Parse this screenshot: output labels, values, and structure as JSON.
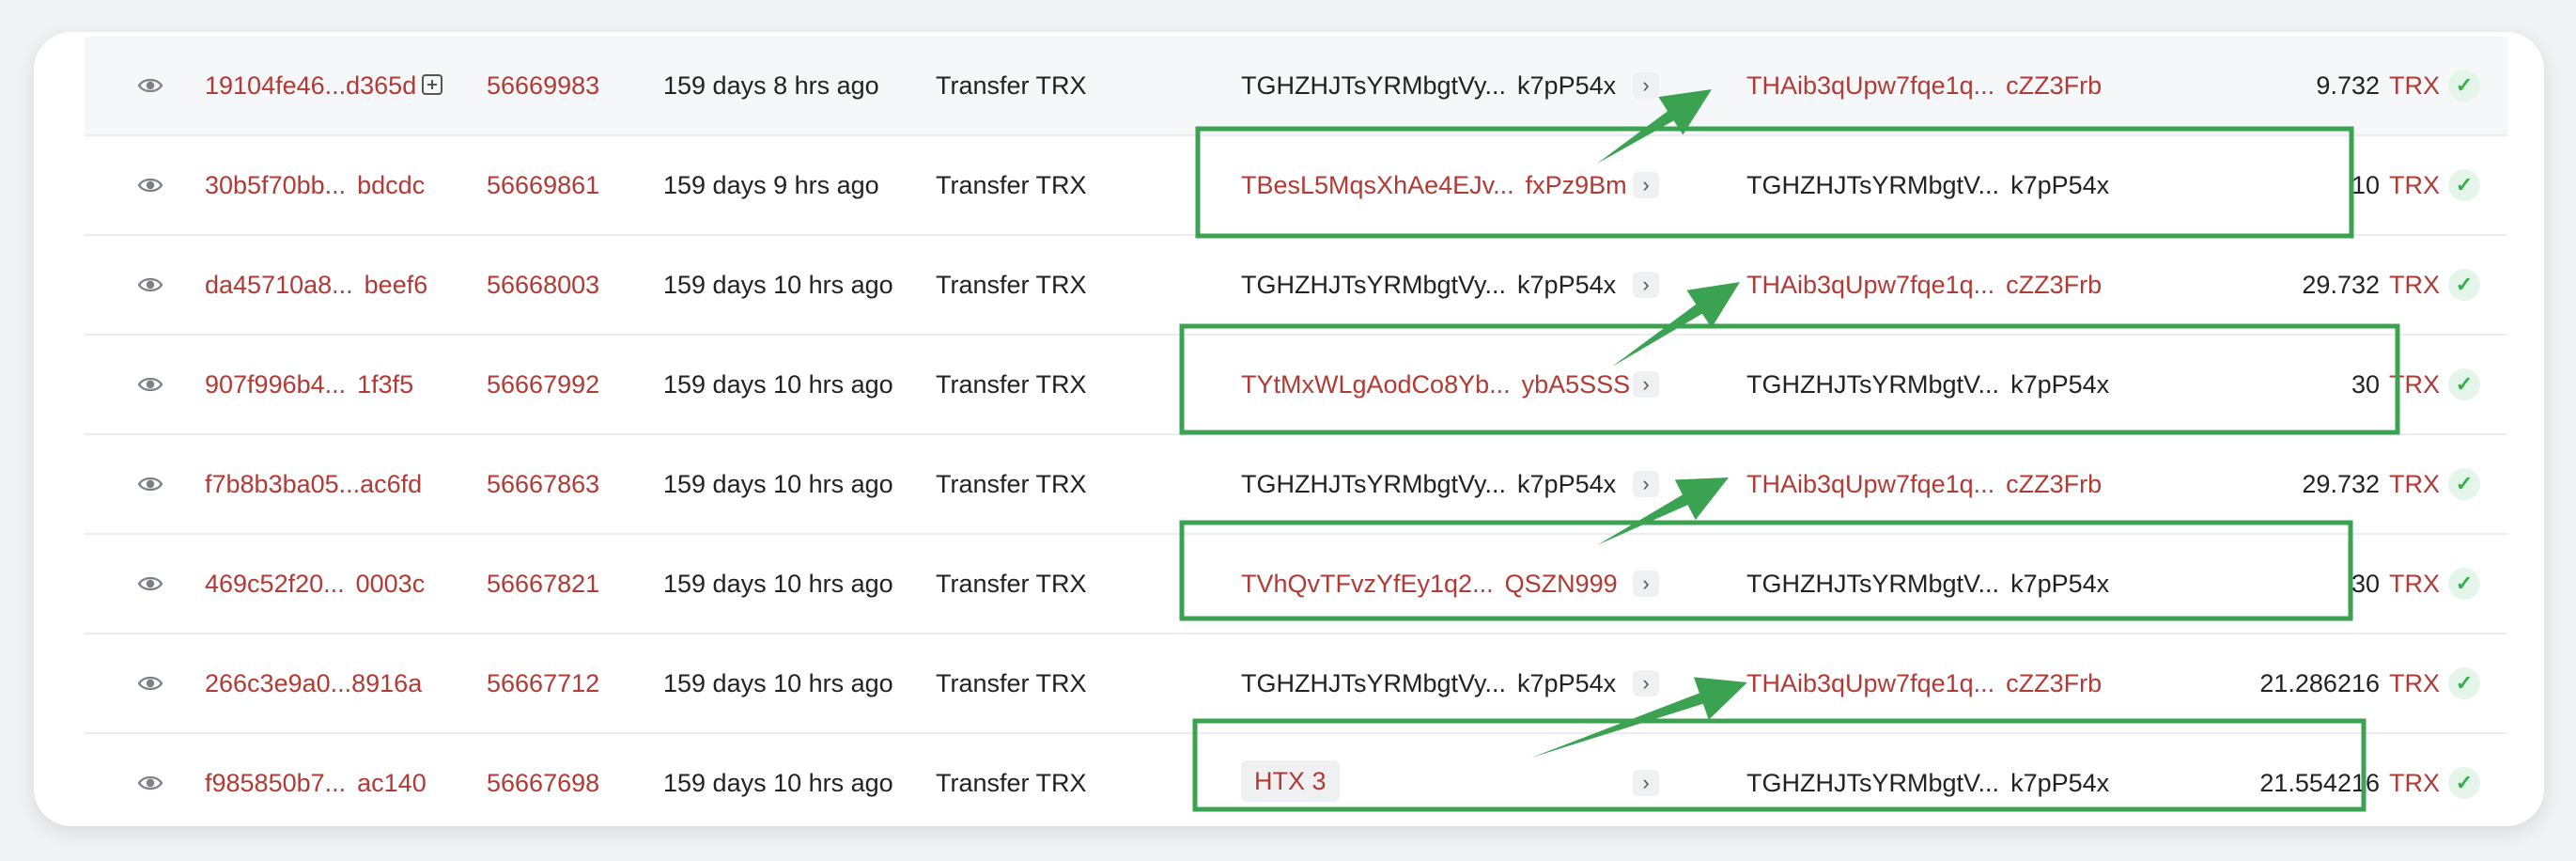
{
  "rows": [
    {
      "hash": "19104fe46...d365d",
      "block": "56669983",
      "age": "159 days 8 hrs ago",
      "type": "Transfer TRX",
      "from_a": "TGHZHJTsYRMbgtVy...",
      "from_b": "k7pP54x",
      "from_red": false,
      "from_tag": false,
      "to_a": "THAib3qUpw7fqe1q...",
      "to_b": "cZZ3Frb",
      "to_red": true,
      "amount": "9.732",
      "unit": "TRX",
      "copy_icon": true
    },
    {
      "hash": "30b5f70bb...",
      "hash_b": "bdcdc",
      "block": "56669861",
      "age": "159 days 9 hrs ago",
      "type": "Transfer TRX",
      "from_a": "TBesL5MqsXhAe4EJv...",
      "from_b": "fxPz9Bm",
      "from_red": true,
      "from_tag": false,
      "to_a": "TGHZHJTsYRMbgtV...",
      "to_b": "k7pP54x",
      "to_red": false,
      "amount": "10",
      "unit": "TRX"
    },
    {
      "hash": "da45710a8...",
      "hash_b": "beef6",
      "block": "56668003",
      "age": "159 days 10 hrs ago",
      "type": "Transfer TRX",
      "from_a": "TGHZHJTsYRMbgtVy...",
      "from_b": "k7pP54x",
      "from_red": false,
      "from_tag": false,
      "to_a": "THAib3qUpw7fqe1q...",
      "to_b": "cZZ3Frb",
      "to_red": true,
      "amount": "29.732",
      "unit": "TRX"
    },
    {
      "hash": "907f996b4...",
      "hash_b": "1f3f5",
      "block": "56667992",
      "age": "159 days 10 hrs ago",
      "type": "Transfer TRX",
      "from_a": "TYtMxWLgAodCo8Yb...",
      "from_b": "ybA5SSS",
      "from_red": true,
      "from_tag": false,
      "to_a": "TGHZHJTsYRMbgtV...",
      "to_b": "k7pP54x",
      "to_red": false,
      "amount": "30",
      "unit": "TRX"
    },
    {
      "hash": "f7b8b3ba05...ac6fd",
      "block": "56667863",
      "age": "159 days 10 hrs ago",
      "type": "Transfer TRX",
      "from_a": "TGHZHJTsYRMbgtVy...",
      "from_b": "k7pP54x",
      "from_red": false,
      "from_tag": false,
      "to_a": "THAib3qUpw7fqe1q...",
      "to_b": "cZZ3Frb",
      "to_red": true,
      "amount": "29.732",
      "unit": "TRX"
    },
    {
      "hash": "469c52f20...",
      "hash_b": "0003c",
      "block": "56667821",
      "age": "159 days 10 hrs ago",
      "type": "Transfer TRX",
      "from_a": "TVhQvTFvzYfEy1q2...",
      "from_b": "QSZN999",
      "from_red": true,
      "from_tag": false,
      "to_a": "TGHZHJTsYRMbgtV...",
      "to_b": "k7pP54x",
      "to_red": false,
      "amount": "30",
      "unit": "TRX"
    },
    {
      "hash": "266c3e9a0...8916a",
      "block": "56667712",
      "age": "159 days 10 hrs ago",
      "type": "Transfer TRX",
      "from_a": "TGHZHJTsYRMbgtVy...",
      "from_b": "k7pP54x",
      "from_red": false,
      "from_tag": false,
      "to_a": "THAib3qUpw7fqe1q...",
      "to_b": "cZZ3Frb",
      "to_red": true,
      "amount": "21.286216",
      "unit": "TRX"
    },
    {
      "hash": "f985850b7...",
      "hash_b": "ac140",
      "block": "56667698",
      "age": "159 days 10 hrs ago",
      "type": "Transfer TRX",
      "from_a": "HTX 3",
      "from_b": "",
      "from_red": true,
      "from_tag": true,
      "to_a": "TGHZHJTsYRMbgtV...",
      "to_b": "k7pP54x",
      "to_red": false,
      "amount": "21.554216",
      "unit": "TRX"
    }
  ],
  "icons": {
    "view": "eye-icon",
    "direction": "chevron-right-icon",
    "status": "check-icon",
    "copy": "expand-icon"
  },
  "colors": {
    "link": "#b23a35",
    "annotation": "#3aa251",
    "status": "#2fb04a"
  }
}
